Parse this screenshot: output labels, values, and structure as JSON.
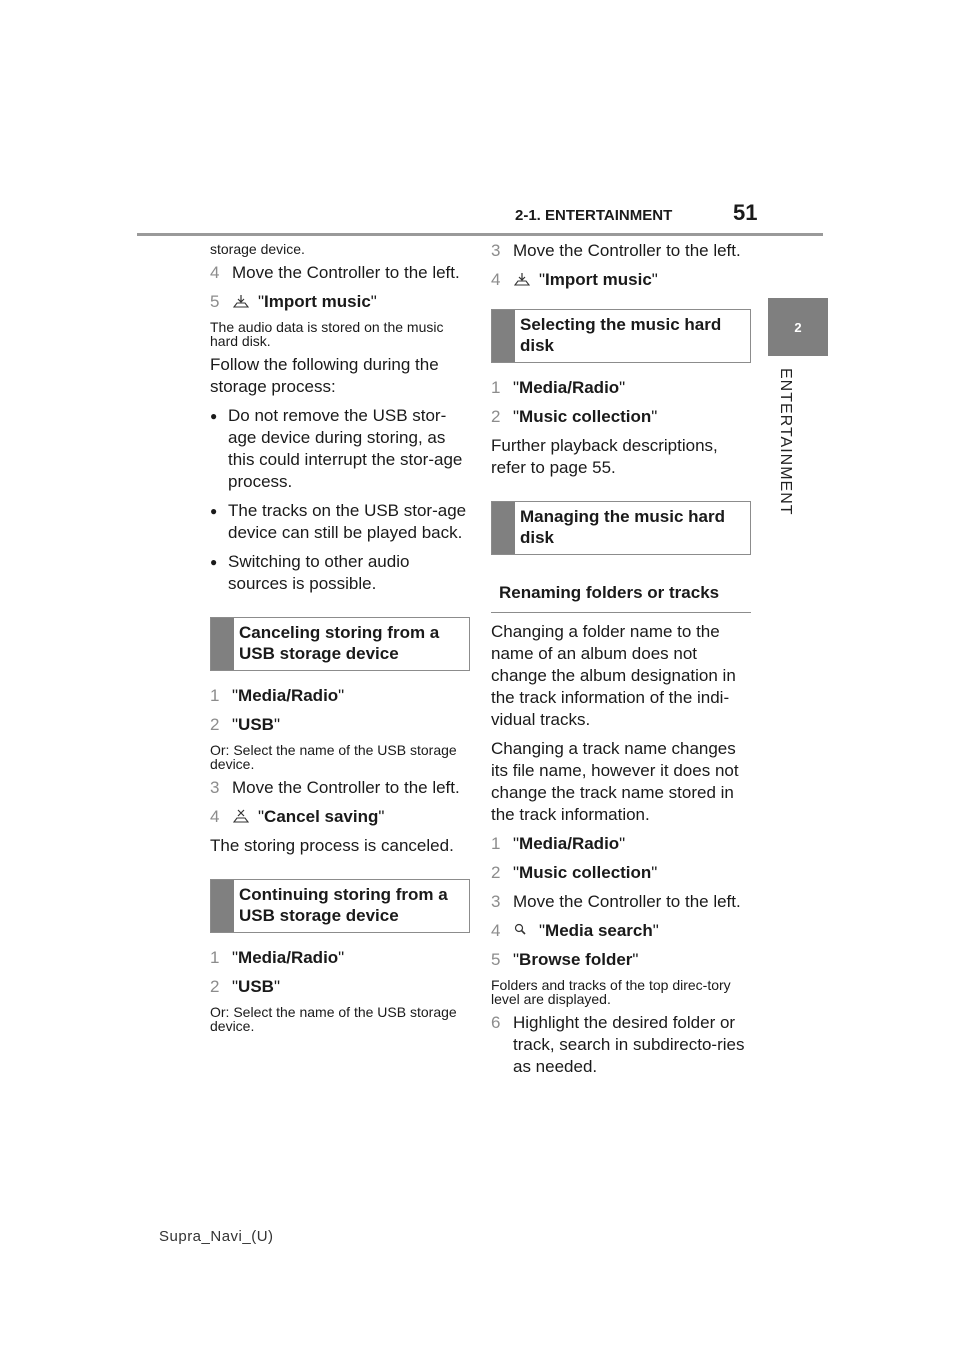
{
  "header": {
    "section": "2-1. ENTERTAINMENT",
    "page_number": "51"
  },
  "side": {
    "tab_number": "2",
    "tab_label": "ENTERTAINMENT"
  },
  "left": {
    "intro_small": "storage device.",
    "step4": {
      "num": "4",
      "text": "Move the Controller to the left."
    },
    "step5": {
      "num": "5",
      "quote_open": "\"",
      "cmd": "Import music",
      "quote_close": "\""
    },
    "note1": "The audio data is stored on the music hard disk.",
    "follow": "Follow the following during the storage process:",
    "bullets": [
      "Do not remove the USB stor-age device during storing, as this could interrupt the stor-age process.",
      "The tracks on the USB stor-age device can still be played back.",
      "Switching to other audio sources is possible."
    ],
    "cancel_heading": "Canceling storing from a USB storage device",
    "cancel_steps": [
      {
        "num": "1",
        "cmd": "Media/Radio"
      },
      {
        "num": "2",
        "cmd": "USB"
      }
    ],
    "cancel_note": "Or: Select the name of the USB storage device.",
    "cancel_step3": {
      "num": "3",
      "text": "Move the Controller to the left."
    },
    "cancel_step4": {
      "num": "4",
      "cmd": "Cancel saving"
    },
    "cancel_result": "The storing process is canceled.",
    "continue_heading": "Continuing storing from a USB storage device",
    "continue_steps": [
      {
        "num": "1",
        "cmd": "Media/Radio"
      },
      {
        "num": "2",
        "cmd": "USB"
      }
    ],
    "continue_note": "Or: Select the name of the USB storage device."
  },
  "right": {
    "step3": {
      "num": "3",
      "text": "Move the Controller to the left."
    },
    "step4": {
      "num": "4",
      "cmd": "Import music"
    },
    "select_heading": "Selecting the music hard disk",
    "select_steps": [
      {
        "num": "1",
        "cmd": "Media/Radio"
      },
      {
        "num": "2",
        "cmd": "Music collection"
      }
    ],
    "further": "Further playback descriptions, refer to page 55.",
    "manage_heading": "Managing the music hard disk",
    "rename_heading": "Renaming folders or tracks",
    "rename_p1": "Changing a folder name to the name of an album does not change the album designation in the track information of the indi-vidual tracks.",
    "rename_p2": "Changing a track name changes its file name, however it does not change the track name stored in the track information.",
    "rename_steps": [
      {
        "num": "1",
        "cmd": "Media/Radio"
      },
      {
        "num": "2",
        "cmd": "Music collection"
      }
    ],
    "rename_step3": {
      "num": "3",
      "text": "Move the Controller to the left."
    },
    "rename_step4": {
      "num": "4",
      "cmd": "Media search"
    },
    "rename_step5": {
      "num": "5",
      "cmd": "Browse folder"
    },
    "rename_note": "Folders and tracks of the top direc-tory level are displayed.",
    "rename_step6": {
      "num": "6",
      "text": "Highlight the desired folder or track, search in subdirecto-ries as needed."
    }
  },
  "footer": {
    "text": "Supra_Navi_(U)"
  }
}
